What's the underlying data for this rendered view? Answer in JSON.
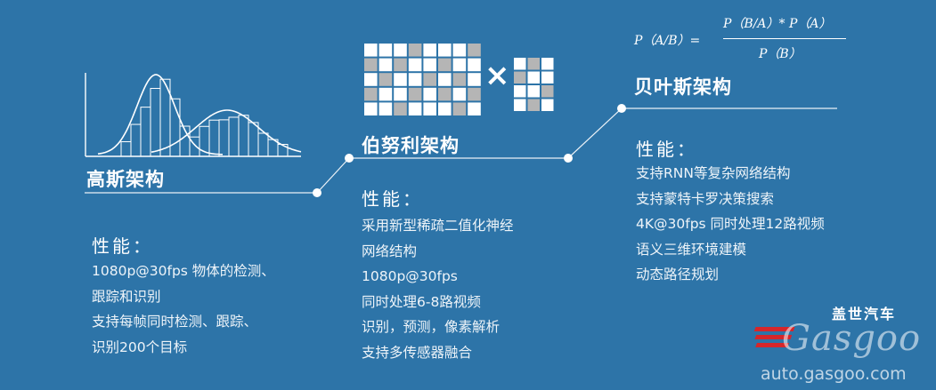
{
  "colors": {
    "background": "#2d74a8",
    "foreground": "#ffffff",
    "grid_cell_dark": "#b5b5b5",
    "logo_accent": "#d6262a"
  },
  "gaussian": {
    "title": "高斯架构",
    "perf_label": "性能：",
    "lines": [
      "1080p@30fps  物体的检测、",
      "跟踪和识别",
      "支持每帧同时检测、跟踪、",
      "识别200个目标"
    ]
  },
  "bernoulli": {
    "title": "伯努利架构",
    "multiply_symbol": "×",
    "perf_label": "性能：",
    "lines": [
      "采用新型稀疏二值化神经",
      "网络结构",
      "1080p@30fps",
      "同时处理6-8路视频",
      "识别，预测，像素解析",
      "支持多传感器融合"
    ]
  },
  "bayes": {
    "title": "贝叶斯架构",
    "formula": {
      "lhs": "P（A/B）=",
      "numerator": "P（B/A）* P（A）",
      "denominator": "P（B）"
    },
    "perf_label": "性能：",
    "lines": [
      "支持RNN等复杂网络结构",
      "支持蒙特卡罗决策搜索",
      "4K@30fps  同时处理12路视频",
      "语义三维环境建模",
      "动态路径规划"
    ]
  },
  "watermark": {
    "brand_cn": "盖世汽车",
    "brand_word": "Gasgoo",
    "url": "auto.gasgoo.com"
  }
}
